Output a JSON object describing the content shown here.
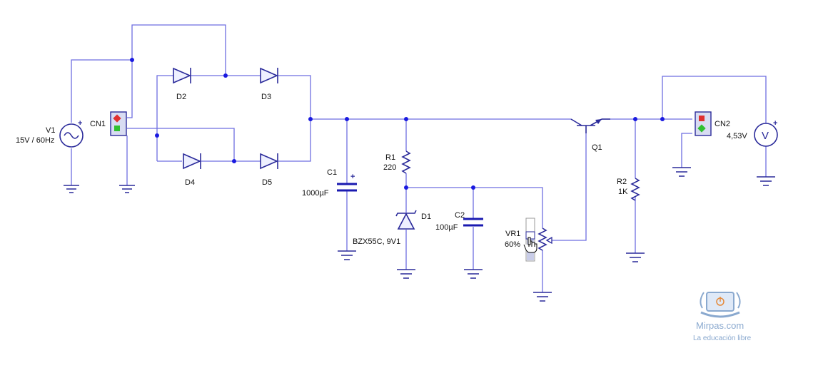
{
  "components": {
    "v1": {
      "name": "V1",
      "value": "15V / 60Hz"
    },
    "cn1": {
      "name": "CN1"
    },
    "d2": {
      "name": "D2"
    },
    "d3": {
      "name": "D3"
    },
    "d4": {
      "name": "D4"
    },
    "d5": {
      "name": "D5"
    },
    "c1": {
      "name": "C1",
      "value": "1000µF"
    },
    "r1": {
      "name": "R1",
      "value": "220"
    },
    "d1": {
      "name": "D1",
      "value": "BZX55C, 9V1"
    },
    "c2": {
      "name": "C2",
      "value": "100µF"
    },
    "vr1": {
      "name": "VR1",
      "value": "60%",
      "level": 0.6
    },
    "q1": {
      "name": "Q1"
    },
    "r2": {
      "name": "R2",
      "value": "1K"
    },
    "cn2": {
      "name": "CN2"
    },
    "meter": {
      "reading": "4,53V"
    }
  },
  "polarity_mark": "+",
  "logo": {
    "brand": "Mirpas.com",
    "tagline": "La educación libre"
  },
  "colors": {
    "wire": "#6e6ee0",
    "component": "#2a2a9a",
    "node": "#1a1ae0",
    "led_red": "#e03030",
    "led_green": "#30c030",
    "logo": "#8aa9cf"
  },
  "icons": [
    "ac-source-icon",
    "voltmeter-icon",
    "ground-icon",
    "hand-cursor-icon",
    "laptop-logo-icon"
  ]
}
